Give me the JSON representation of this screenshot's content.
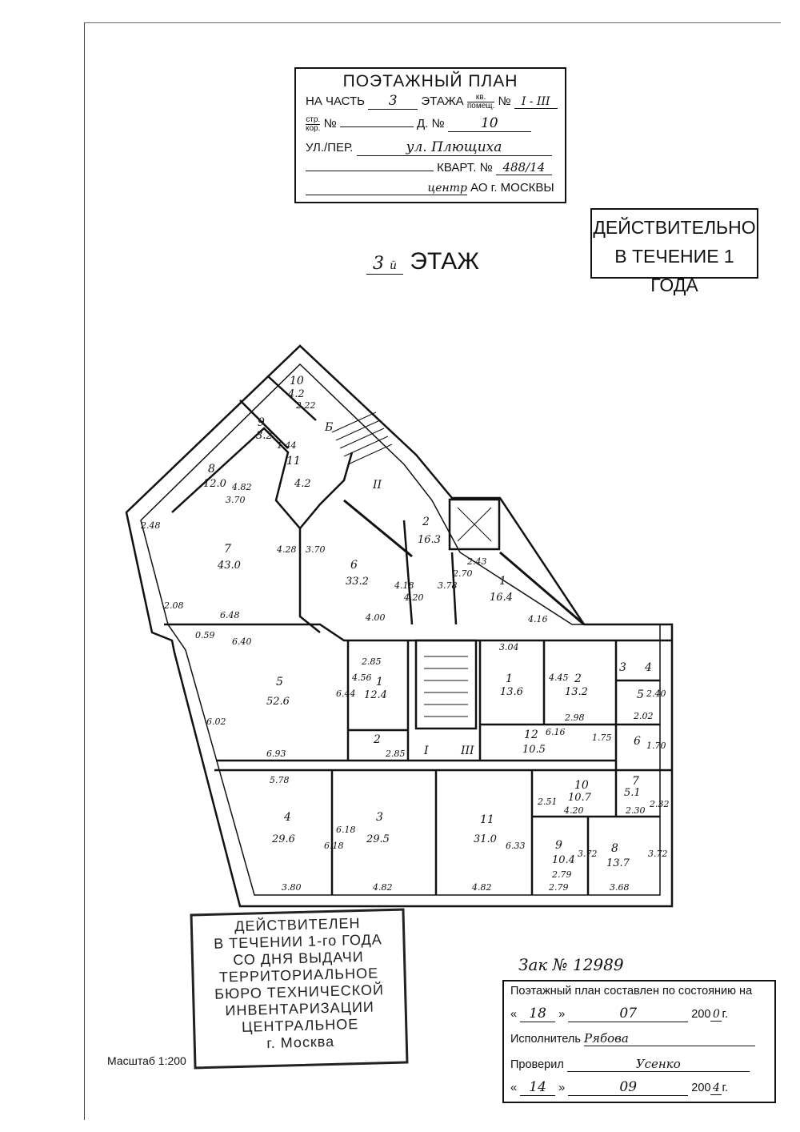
{
  "header": {
    "title": "ПОЭТАЖНЫЙ ПЛАН",
    "part_label": "НА ЧАСТЬ",
    "part_value": "3",
    "floor_label": "ЭТАЖА",
    "kv_top": "кв.",
    "kv_bottom": "помещ.",
    "num_label": "№",
    "kv_value": "I - III",
    "str_top": "стр.",
    "str_bottom": "кор.",
    "str_value": "",
    "house_label": "Д. №",
    "house_value": "10",
    "street_label": "УЛ./ПЕР.",
    "street_value": "ул. Плющиха",
    "block_label": "КВАРТ. №",
    "block_value": "488/14",
    "district_value": "центр",
    "district_label": "АО г. МОСКВЫ"
  },
  "validity_box": {
    "line1": "ДЕЙСТВИТЕЛЬНО",
    "line2": "В ТЕЧЕНИЕ 1 ГОДА"
  },
  "floor_title": {
    "number": "3",
    "suffix": "й",
    "label": "ЭТАЖ"
  },
  "rooms": [
    {
      "num": "10",
      "area": "4.2"
    },
    {
      "num": "9",
      "area": "3.2"
    },
    {
      "num": "8",
      "area": "12.0"
    },
    {
      "num": "11",
      "area": "4.2"
    },
    {
      "num": "7",
      "area": "43.0"
    },
    {
      "num": "6",
      "area": "33.2"
    },
    {
      "num": "2",
      "area": "16.3"
    },
    {
      "num": "1",
      "area": "16.4"
    },
    {
      "num": "5",
      "area": "52.6"
    },
    {
      "num": "1",
      "area": "12.4"
    },
    {
      "num": "2",
      "area": ""
    },
    {
      "num": "4",
      "area": "29.6"
    },
    {
      "num": "3",
      "area": "29.5"
    },
    {
      "num": "11",
      "area": "31.0"
    },
    {
      "num": "1",
      "area": "13.6"
    },
    {
      "num": "2",
      "area": "13.2"
    },
    {
      "num": "12",
      "area": "10.5"
    },
    {
      "num": "10",
      "area": "10.7"
    },
    {
      "num": "7",
      "area": "5.1"
    },
    {
      "num": "9",
      "area": "10.4"
    },
    {
      "num": "8",
      "area": "13.7"
    },
    {
      "num": "3",
      "area": ""
    },
    {
      "num": "4",
      "area": ""
    },
    {
      "num": "5",
      "area": ""
    },
    {
      "num": "6",
      "area": ""
    },
    {
      "num": "Б",
      "area": ""
    },
    {
      "num": "II",
      "area": ""
    },
    {
      "num": "I",
      "area": ""
    },
    {
      "num": "III",
      "area": ""
    }
  ],
  "dimensions": [
    "2.22",
    "1.44",
    "4.82",
    "3.70",
    "2.48",
    "4.28",
    "3.70",
    "6.48",
    "2.08",
    "4.18",
    "4.20",
    "4.00",
    "3.78",
    "2.70",
    "2.43",
    "4.16",
    "6.40",
    "6.02",
    "6.44",
    "4.56",
    "2.85",
    "2.85",
    "6.93",
    "5.78",
    "6.18",
    "6.18",
    "3.80",
    "4.82",
    "2.79",
    "3.04",
    "4.45",
    "2.98",
    "2.40",
    "2.02",
    "1.75",
    "1.70",
    "2.51",
    "4.20",
    "2.32",
    "2.30",
    "6.33",
    "4.82",
    "2.79",
    "3.72",
    "3.68",
    "3.72",
    "0.59",
    "6.16"
  ],
  "stamp": {
    "lines": [
      "ДЕЙСТВИТЕЛЕН",
      "В ТЕЧЕНИИ 1-го ГОДА",
      "СО ДНЯ ВЫДАЧИ",
      "ТЕРРИТОРИАЛЬНОЕ",
      "БЮРО ТЕХНИЧЕСКОЙ",
      "ИНВЕНТАРИЗАЦИИ",
      "ЦЕНТРАЛЬНОЕ",
      "г. Москва"
    ]
  },
  "order_note": "Зак № 12989",
  "status_box": {
    "title": "Поэтажный план составлен по состоянию на",
    "day": "18",
    "month": "07",
    "year_prefix": "200",
    "year_suffix": "0",
    "year_unit": "г.",
    "executor_label": "Исполнитель",
    "executor_sign": "Рябова",
    "checked_label": "Проверил",
    "checked_sign": "Усенко",
    "check_day": "14",
    "check_month": "09",
    "check_year_prefix": "200",
    "check_year_suffix": "4",
    "check_year_unit": "г."
  },
  "scale": "Масштаб 1:200"
}
